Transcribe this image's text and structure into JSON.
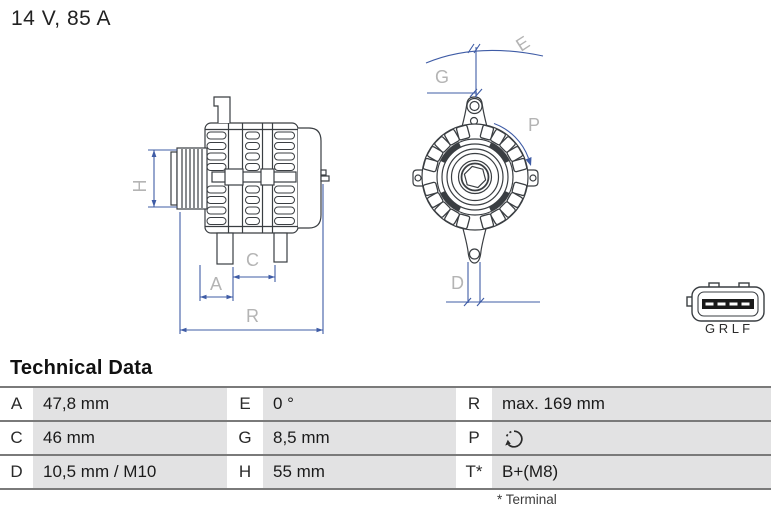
{
  "drawing": {
    "rating": "14 V, 85 A",
    "side_view": {
      "labels": {
        "H": "H",
        "A": "A",
        "C": "C",
        "R": "R"
      }
    },
    "front_view": {
      "labels": {
        "E": "E",
        "G": "G",
        "P": "P",
        "D": "D"
      }
    },
    "connector": {
      "pins_label": "G R L F"
    },
    "colors": {
      "dimension_blue": "#3f5ca6",
      "label_gray": "#b4b4b4",
      "line_dark": "#3a3e42"
    }
  },
  "table": {
    "title": "Technical Data",
    "rows": [
      [
        "A",
        "47,8 mm",
        "E",
        "0 °",
        "R",
        "max. 169 mm"
      ],
      [
        "C",
        "46 mm",
        "G",
        "8,5 mm",
        "P",
        ""
      ],
      [
        "D",
        "10,5 mm / M10",
        "H",
        "55 mm",
        "T*",
        "B+(M8)"
      ]
    ],
    "p_value_icon": "rotation-direction-icon",
    "footnote": "* Terminal",
    "value_cell_bg": "#e2e2e3"
  }
}
